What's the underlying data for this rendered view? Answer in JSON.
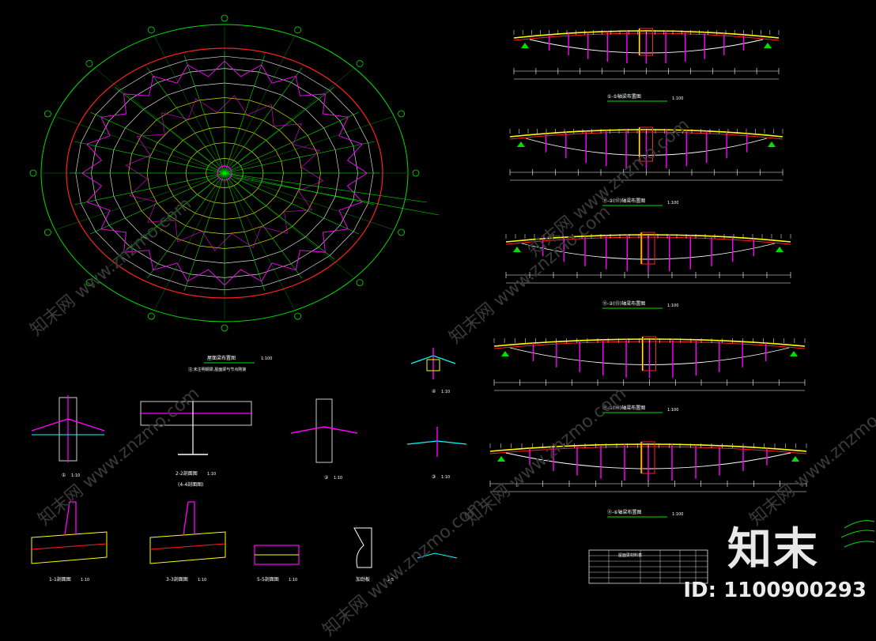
{
  "plan": {
    "title": "屋面梁布置图",
    "scale": "1:100",
    "note": "注:未注明钢梁,屋面梁与节点刚接"
  },
  "elevations": [
    {
      "label": "①-⑤轴梁布置图",
      "scale": "1:100"
    },
    {
      "label": "⑪-②(⑫)轴梁布置图",
      "scale": "1:100"
    },
    {
      "label": "⑪-②(⑬)轴梁布置图",
      "scale": "1:100"
    },
    {
      "label": "⑪-④(⑭)轴梁布置图",
      "scale": "1:100"
    },
    {
      "label": "⑪-⑥轴梁布置图",
      "scale": "1:100"
    }
  ],
  "details": [
    {
      "label": "①",
      "scale": "1:10"
    },
    {
      "label": "2-2剖面图",
      "scale": "1:10"
    },
    {
      "label": "(4-4剖面图)",
      "scale": ""
    },
    {
      "label": "②",
      "scale": "1:10"
    },
    {
      "label": "③",
      "scale": "1:10"
    },
    {
      "label": "④",
      "scale": "1:10"
    },
    {
      "label": "1-1剖面图",
      "scale": "1:10"
    },
    {
      "label": "3-3剖面图",
      "scale": "1:10"
    },
    {
      "label": "5-5剖面图",
      "scale": "1:10"
    },
    {
      "label": "加劲板",
      "scale": "1:5"
    }
  ],
  "table": {
    "title": "屋面梁材料表"
  },
  "watermark": {
    "text": "知末网 www.znzmo.com"
  },
  "brand": {
    "name": "知末",
    "id": "ID: 1100900293"
  },
  "colors": {
    "green": "#00e000",
    "magenta": "#ff00ff",
    "yellow": "#ffff00",
    "red": "#ff2020",
    "cyan": "#00ffff",
    "white": "#ffffff"
  }
}
